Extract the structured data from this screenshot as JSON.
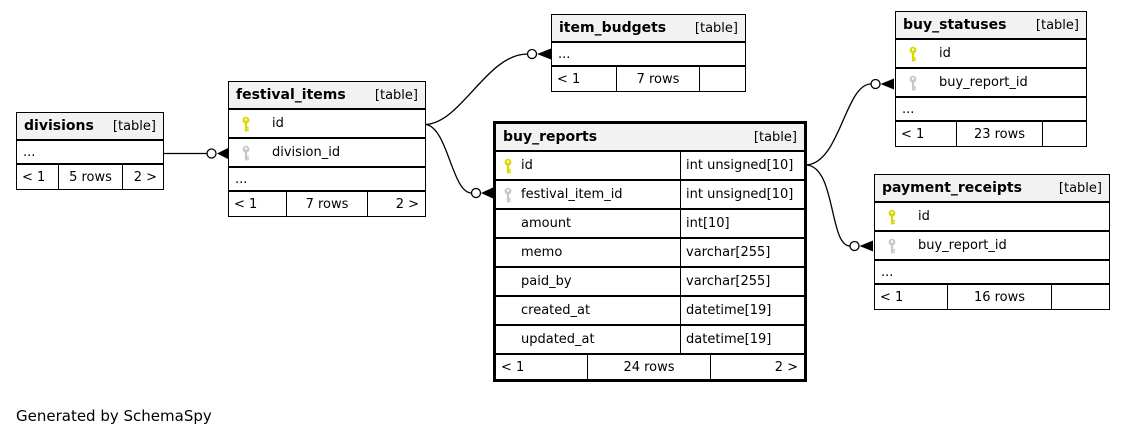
{
  "page": {
    "note": "Generated by SchemaSpy"
  },
  "colors": {
    "primary_key": "#d9d900",
    "foreign_key": "#c8c8c8",
    "header_bg": "#f2f2f2",
    "border": "#000000",
    "table_bg": "#ffffff"
  },
  "tables": [
    {
      "name": "divisions",
      "tag": "[table]",
      "ellipsis": "...",
      "columns": [],
      "pager": {
        "prev": "< 1",
        "rows": "5 rows",
        "next": "2 >"
      }
    },
    {
      "name": "festival_items",
      "tag": "[table]",
      "ellipsis": "...",
      "columns": [
        {
          "name": "id",
          "key": "primary"
        },
        {
          "name": "division_id",
          "key": "foreign"
        }
      ],
      "pager": {
        "prev": "< 1",
        "rows": "7 rows",
        "next": "2 >"
      }
    },
    {
      "name": "item_budgets",
      "tag": "[table]",
      "ellipsis": "...",
      "columns": [],
      "pager": {
        "prev": "< 1",
        "rows": "7 rows",
        "next": ""
      }
    },
    {
      "name": "buy_reports",
      "tag": "[table]",
      "columns": [
        {
          "name": "id",
          "key": "primary",
          "type": "int unsigned[10]"
        },
        {
          "name": "festival_item_id",
          "key": "foreign",
          "type": "int unsigned[10]"
        },
        {
          "name": "amount",
          "key": "",
          "type": "int[10]"
        },
        {
          "name": "memo",
          "key": "",
          "type": "varchar[255]"
        },
        {
          "name": "paid_by",
          "key": "",
          "type": "varchar[255]"
        },
        {
          "name": "created_at",
          "key": "",
          "type": "datetime[19]"
        },
        {
          "name": "updated_at",
          "key": "",
          "type": "datetime[19]"
        }
      ],
      "pager": {
        "prev": "< 1",
        "rows": "24 rows",
        "next": "2 >"
      }
    },
    {
      "name": "buy_statuses",
      "tag": "[table]",
      "ellipsis": "...",
      "columns": [
        {
          "name": "id",
          "key": "primary"
        },
        {
          "name": "buy_report_id",
          "key": "foreign"
        }
      ],
      "pager": {
        "prev": "< 1",
        "rows": "23 rows",
        "next": ""
      }
    },
    {
      "name": "payment_receipts",
      "tag": "[table]",
      "ellipsis": "...",
      "columns": [
        {
          "name": "id",
          "key": "primary"
        },
        {
          "name": "buy_report_id",
          "key": "foreign"
        }
      ],
      "pager": {
        "prev": "< 1",
        "rows": "16 rows",
        "next": ""
      }
    }
  ],
  "relationships": [
    {
      "from": "divisions",
      "to": "festival_items.division_id"
    },
    {
      "from": "festival_items.id",
      "to": "item_budgets"
    },
    {
      "from": "festival_items.id",
      "to": "buy_reports.festival_item_id"
    },
    {
      "from": "buy_reports.id",
      "to": "buy_statuses.buy_report_id"
    },
    {
      "from": "buy_reports.id",
      "to": "payment_receipts.buy_report_id"
    }
  ]
}
